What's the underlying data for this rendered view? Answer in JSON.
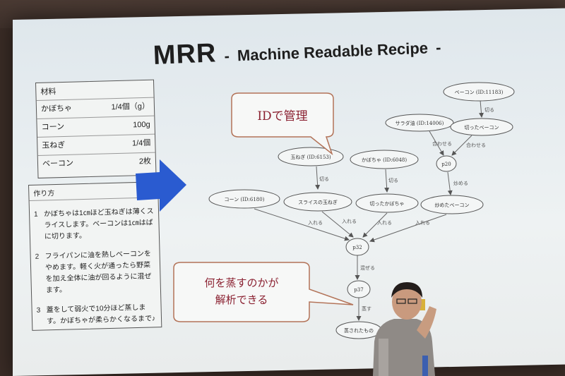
{
  "slide": {
    "title_main": "MRR",
    "title_dash": "-",
    "title_sub": "Machine Readable Recipe",
    "title_dash_end": "-"
  },
  "ingredients": {
    "header": "材料",
    "rows": [
      {
        "name": "かぼちゃ",
        "qty": "1/4個（g）"
      },
      {
        "name": "コーン",
        "qty": "100g"
      },
      {
        "name": "玉ねぎ",
        "qty": "1/4個"
      },
      {
        "name": "ベーコン",
        "qty": "2枚"
      }
    ]
  },
  "steps": {
    "header": "作り方",
    "items": [
      {
        "num": "1",
        "text": "かぼちゃは1㎝ほど玉ねぎは薄くスライスします。ベーコンは1㎝はばに切ります。"
      },
      {
        "num": "2",
        "text": "フライパンに油を熱しベーコンをやめます。軽く火が通ったら野菜を加え全体に油が回るように混ぜます。"
      },
      {
        "num": "3",
        "text": "蓋をして弱火で10分ほど蒸します。かぼちゃが柔らかくなるまで♪"
      }
    ]
  },
  "callouts": {
    "id_managed": "IDで管理",
    "analyze_line1": "何を蒸すのかが",
    "analyze_line2": "解析できる"
  },
  "graph": {
    "nodes": {
      "bacon": "ベーコン (ID:11183)",
      "salad_oil": "サラダ油 (ID:14006)",
      "cut_bacon": "切ったベーコン",
      "onion": "玉ねぎ (ID:6153)",
      "pumpkin": "かぼちゃ (ID:6048)",
      "p20": "p20",
      "corn": "コーン (ID:6180)",
      "sliced_onion": "スライスの玉ねぎ",
      "cut_pumpkin": "切ったかぼちゃ",
      "fried_bacon": "炒めたベーコン",
      "p32": "p32",
      "p37": "p37",
      "steamed": "蒸されたもの"
    },
    "edges": {
      "cut": "切る",
      "combine": "合わせる",
      "stir_fry": "炒める",
      "add": "入れる",
      "mix": "混ぜる",
      "steam": "蒸す"
    }
  },
  "colors": {
    "screen": "#e6ecee",
    "arrow": "#2a5bd0",
    "callout_border": "#b37358",
    "callout_text": "#8a2030"
  }
}
